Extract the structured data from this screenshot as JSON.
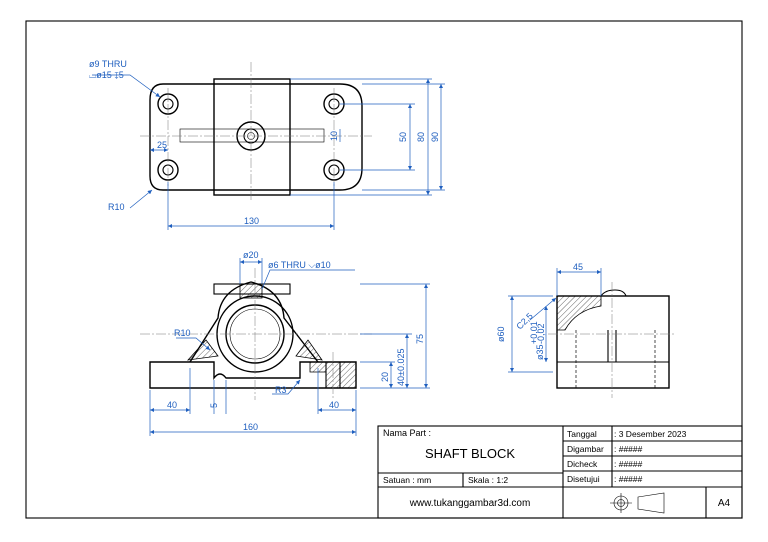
{
  "dimensions": {
    "hole_callout_1": "ø9  THRU",
    "hole_callout_2": "⌴ø15  ↧5",
    "r10_top": "R10",
    "d25": "25",
    "d130": "130",
    "d50": "50",
    "d80": "80",
    "d90": "90",
    "d10": "10",
    "d20_dia": "ø20",
    "d6_thru": "ø6  THRU  ⌵ø10",
    "r10_front": "R10",
    "r3": "R3",
    "d75": "75",
    "d40_tol": "40±0.025",
    "d20": "20",
    "d40_left": "40",
    "d5": "5",
    "d40_right": "40",
    "d160": "160",
    "d45": "45",
    "d60": "ø60",
    "c25": "C2,5",
    "d35_tol": "ø35",
    "d35_tol_up": "+0,01",
    "d35_tol_low": "-0,02"
  },
  "title_block": {
    "part_label": "Nama Part  :",
    "part_name": "SHAFT BLOCK",
    "unit": "Satuan :  mm",
    "scale": "Skala :  1:2",
    "website": "www.tukanggambar3d.com",
    "date_label": "Tanggal",
    "date_value": ":  3 Desember 2023",
    "drawn_label": "Digambar",
    "drawn_value": ":  #####",
    "checked_label": "Dicheck",
    "checked_value": ":  #####",
    "approved_label": "Disetujui",
    "approved_value": ":  #####",
    "sheet": "A4"
  }
}
